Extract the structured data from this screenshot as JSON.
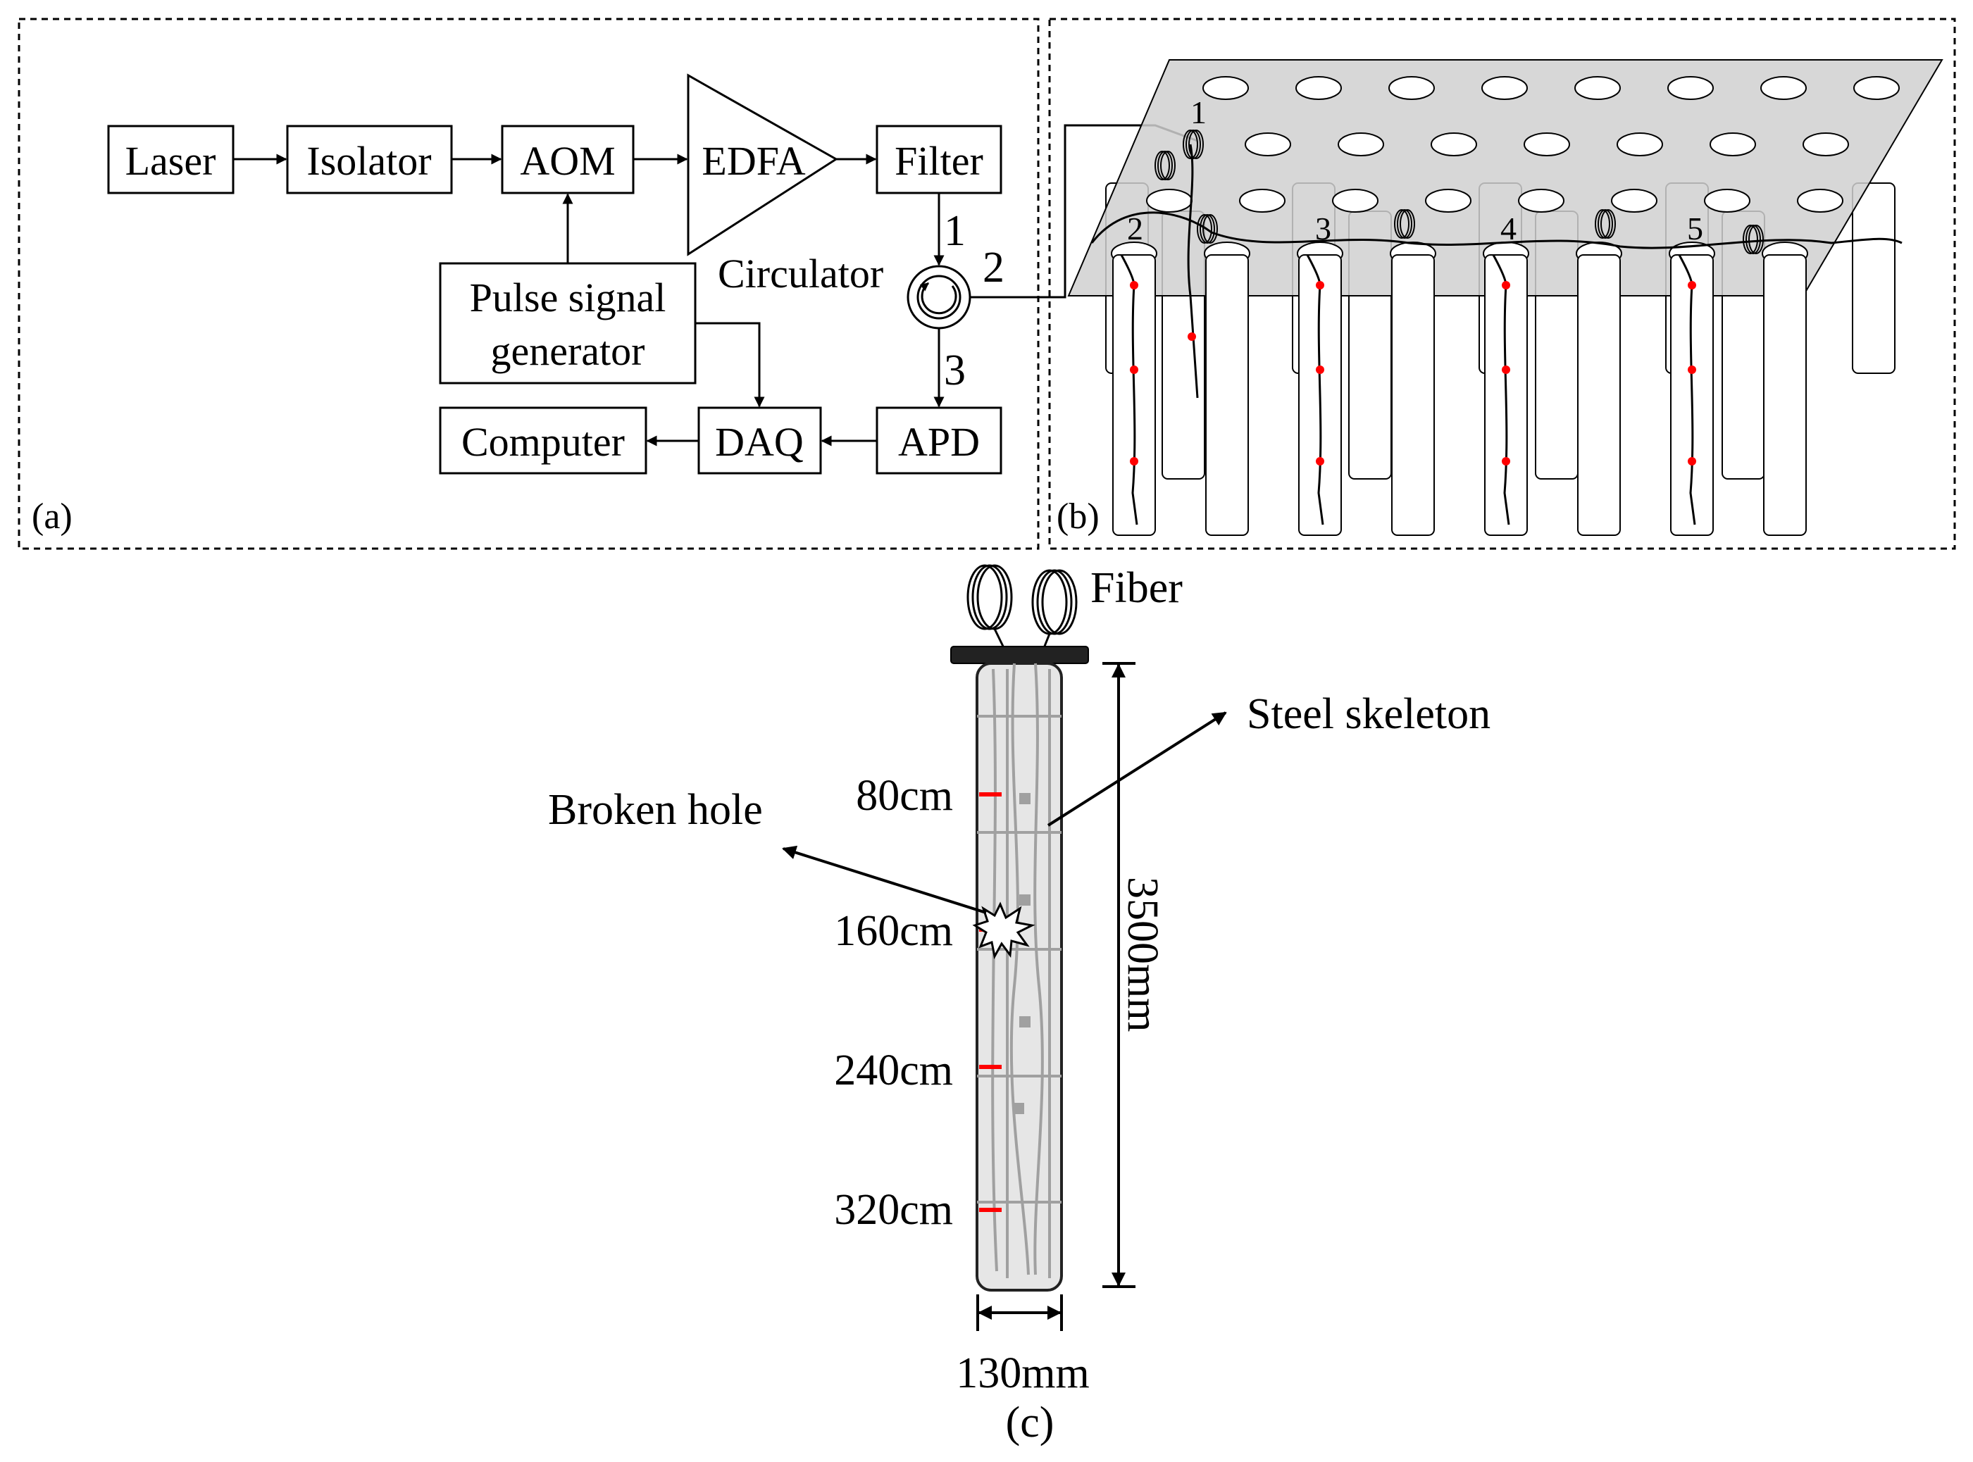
{
  "panel_a": {
    "panel_label": "(a)",
    "blocks": {
      "laser": "Laser",
      "isolator": "Isolator",
      "aom": "AOM",
      "edfa": "EDFA",
      "filter": "Filter",
      "pulse_line1": "Pulse signal",
      "pulse_line2": "generator",
      "computer": "Computer",
      "daq": "DAQ",
      "apd": "APD"
    },
    "circulator_label": "Circulator",
    "port_labels": [
      "1",
      "2",
      "3"
    ]
  },
  "panel_b": {
    "panel_label": "(b)",
    "pile_labels": [
      "1",
      "2",
      "3",
      "4",
      "5"
    ]
  },
  "panel_c": {
    "panel_label": "(c)",
    "fiber_label": "Fiber",
    "steel_label": "Steel skeleton",
    "broken_label": "Broken hole",
    "depth_labels": [
      "80cm",
      "160cm",
      "240cm",
      "320cm"
    ],
    "length_label": "3500mm",
    "width_label": "130mm"
  },
  "colors": {
    "sensor_mark": "#ff0000",
    "pile_fill": "#e6e6e6",
    "skeleton": "#a0a0a0",
    "plate": "#d0d0d0"
  }
}
